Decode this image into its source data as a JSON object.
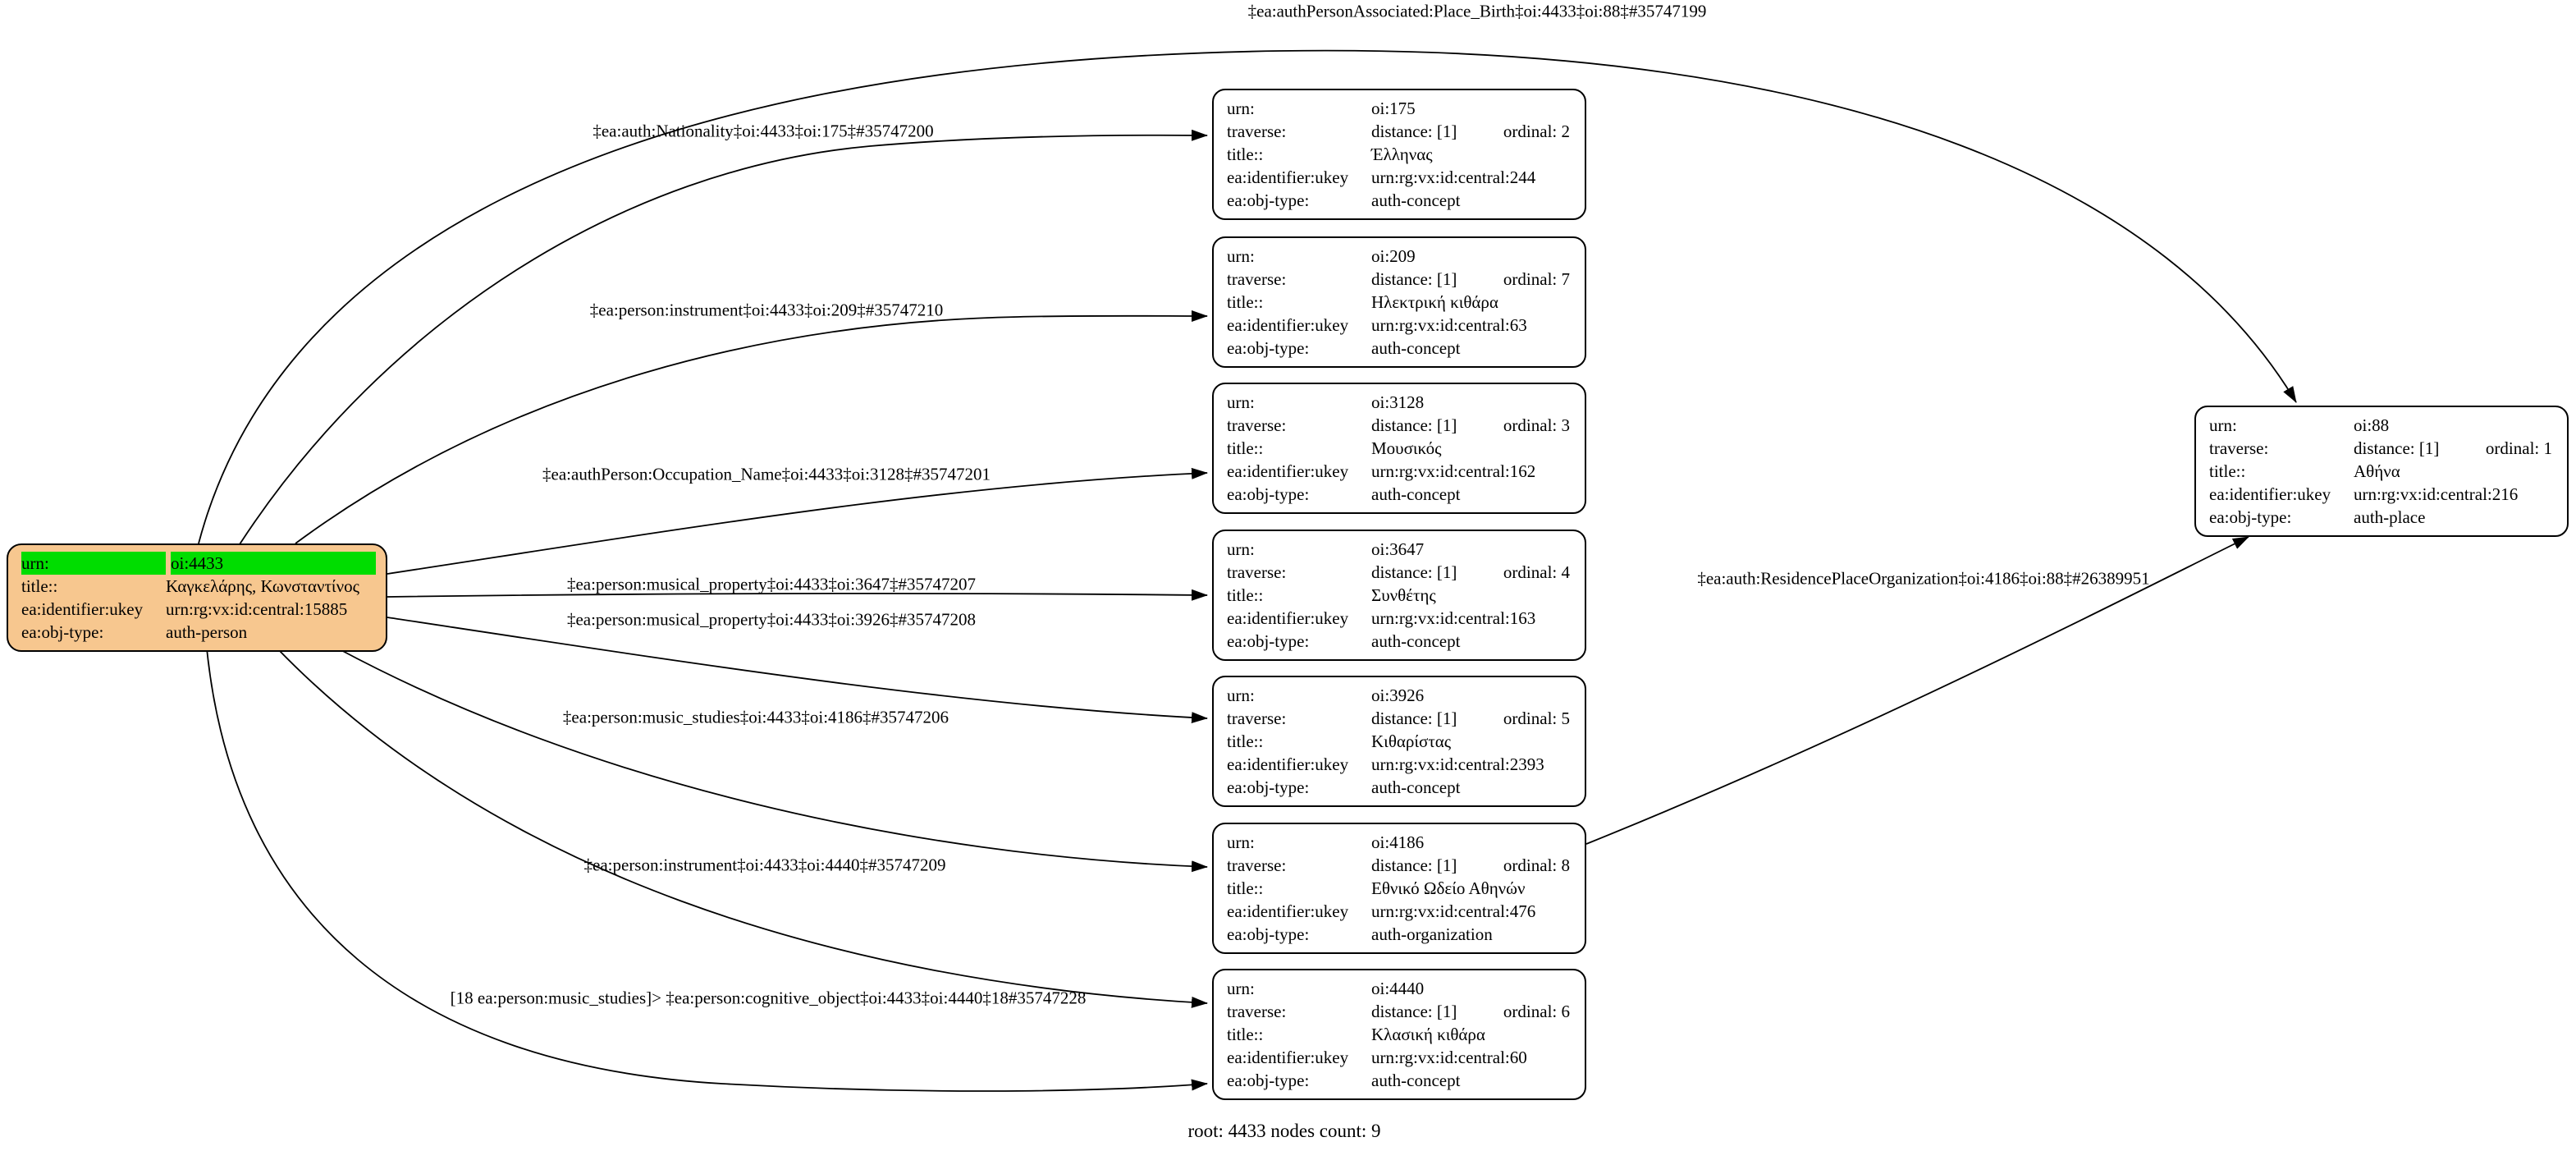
{
  "diagram": {
    "caption": "root: 4433 nodes count: 9",
    "colors": {
      "root_fill": "#f7c78f",
      "highlight": "#00dd00",
      "node_fill": "#ffffff",
      "edge": "#000000"
    }
  },
  "field_labels": {
    "urn": "urn:",
    "traverse": "traverse:",
    "title": "title::",
    "ukey": "ea:identifier:ukey",
    "objtype": "ea:obj-type:"
  },
  "root": {
    "urn": "oi:4433",
    "title": "Καγκελάρης, Κωνσταντίνος",
    "ukey": "urn:rg:vx:id:central:15885",
    "objtype": "auth-person"
  },
  "nodes": [
    {
      "urn": "oi:175",
      "distance": "distance: [1]",
      "ordinal": "ordinal: 2",
      "title": "Έλληνας",
      "ukey": "urn:rg:vx:id:central:244",
      "objtype": "auth-concept"
    },
    {
      "urn": "oi:209",
      "distance": "distance: [1]",
      "ordinal": "ordinal: 7",
      "title": "Ηλεκτρική κιθάρα",
      "ukey": "urn:rg:vx:id:central:63",
      "objtype": "auth-concept"
    },
    {
      "urn": "oi:3128",
      "distance": "distance: [1]",
      "ordinal": "ordinal: 3",
      "title": "Μουσικός",
      "ukey": "urn:rg:vx:id:central:162",
      "objtype": "auth-concept"
    },
    {
      "urn": "oi:3647",
      "distance": "distance: [1]",
      "ordinal": "ordinal: 4",
      "title": "Συνθέτης",
      "ukey": "urn:rg:vx:id:central:163",
      "objtype": "auth-concept"
    },
    {
      "urn": "oi:3926",
      "distance": "distance: [1]",
      "ordinal": "ordinal: 5",
      "title": "Κιθαρίστας",
      "ukey": "urn:rg:vx:id:central:2393",
      "objtype": "auth-concept"
    },
    {
      "urn": "oi:4186",
      "distance": "distance: [1]",
      "ordinal": "ordinal: 8",
      "title": "Εθνικό Ωδείο Αθηνών",
      "ukey": "urn:rg:vx:id:central:476",
      "objtype": "auth-organization"
    },
    {
      "urn": "oi:4440",
      "distance": "distance: [1]",
      "ordinal": "ordinal: 6",
      "title": "Κλασική κιθάρα",
      "ukey": "urn:rg:vx:id:central:60",
      "objtype": "auth-concept"
    },
    {
      "urn": "oi:88",
      "distance": "distance: [1]",
      "ordinal": "ordinal: 1",
      "title": "Αθήνα",
      "ukey": "urn:rg:vx:id:central:216",
      "objtype": "auth-place"
    }
  ],
  "edges": [
    {
      "label": "‡ea:authPersonAssociated:Place_Birth‡oi:4433‡oi:88‡#35747199"
    },
    {
      "label": "‡ea:auth:Nationality‡oi:4433‡oi:175‡#35747200"
    },
    {
      "label": "‡ea:person:instrument‡oi:4433‡oi:209‡#35747210"
    },
    {
      "label": "‡ea:authPerson:Occupation_Name‡oi:4433‡oi:3128‡#35747201"
    },
    {
      "label": "‡ea:person:musical_property‡oi:4433‡oi:3647‡#35747207"
    },
    {
      "label": "‡ea:person:musical_property‡oi:4433‡oi:3926‡#35747208"
    },
    {
      "label": "‡ea:person:music_studies‡oi:4433‡oi:4186‡#35747206"
    },
    {
      "label": "‡ea:person:instrument‡oi:4433‡oi:4440‡#35747209"
    },
    {
      "label": "[18 ea:person:music_studies]> ‡ea:person:cognitive_object‡oi:4433‡oi:4440‡18#35747228"
    },
    {
      "label": "‡ea:auth:ResidencePlaceOrganization‡oi:4186‡oi:88‡#26389951"
    }
  ]
}
